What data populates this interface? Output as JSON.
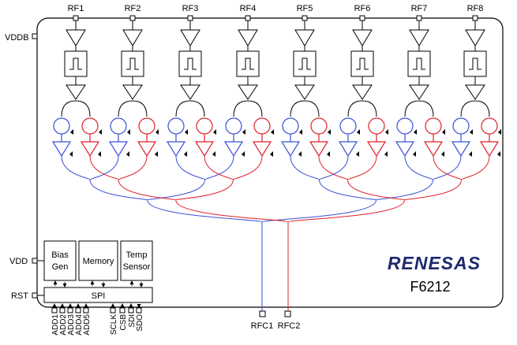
{
  "rf_ports": [
    "RF1",
    "RF2",
    "RF3",
    "RF4",
    "RF5",
    "RF6",
    "RF7",
    "RF8"
  ],
  "left_pins": {
    "vddb": "VDDB",
    "vdd": "VDD",
    "rst": "RST"
  },
  "blocks": {
    "bias_line1": "Bias",
    "bias_line2": "Gen",
    "memory": "Memory",
    "temp_line1": "Temp",
    "temp_line2": "Sensor",
    "spi": "SPI"
  },
  "address_pins": [
    "ADD1",
    "ADD2",
    "ADD3",
    "ADD4",
    "ADD5"
  ],
  "spi_pins": [
    "SCLK",
    "CSB",
    "SDI",
    "SDO"
  ],
  "common_ports": [
    "RFC1",
    "RFC2"
  ],
  "brand": {
    "logo": "RENESAS",
    "part": "F6212"
  },
  "colors": {
    "path1": "#3a4fd6",
    "path2": "#e0202a",
    "outline": "#000000"
  }
}
